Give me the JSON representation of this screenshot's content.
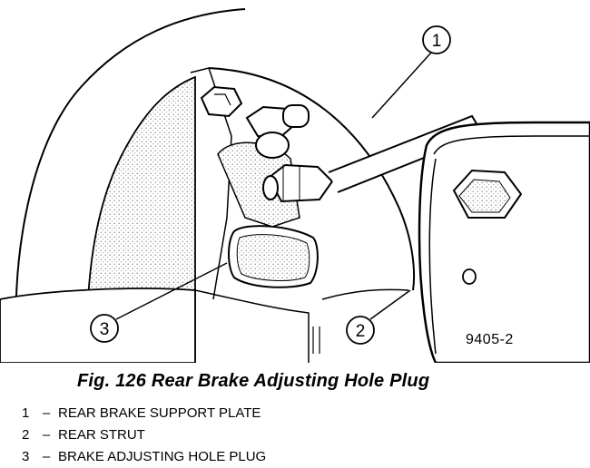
{
  "figure_code": "9405-2",
  "caption": "Fig. 126 Rear Brake Adjusting Hole Plug",
  "callouts": [
    {
      "number": "1",
      "label": "REAR BRAKE SUPPORT PLATE"
    },
    {
      "number": "2",
      "label": "REAR STRUT"
    },
    {
      "number": "3",
      "label": "BRAKE ADJUSTING HOLE PLUG"
    }
  ],
  "legend_separator": "–"
}
